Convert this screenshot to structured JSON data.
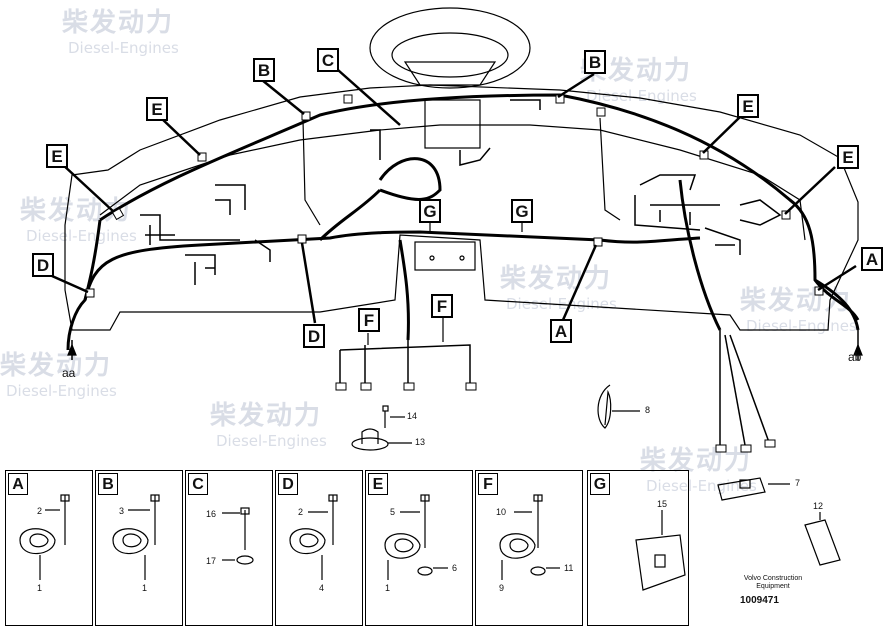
{
  "watermark": {
    "cn": "柴发动力",
    "en": "Diesel-Engines"
  },
  "callouts": {
    "A": "A",
    "B": "B",
    "C": "C",
    "D": "D",
    "E": "E",
    "F": "F",
    "G": "G"
  },
  "ends": {
    "left": "aa",
    "right": "ab"
  },
  "parts": {
    "p14": "14",
    "p13": "13",
    "p8": "8",
    "p7": "7",
    "p12": "12"
  },
  "panels": [
    {
      "label": "A",
      "top_num": "2",
      "bottom_num": "1",
      "side_num": "",
      "side2": ""
    },
    {
      "label": "B",
      "top_num": "3",
      "bottom_num": "1",
      "side_num": "",
      "side2": ""
    },
    {
      "label": "C",
      "top_num": "16",
      "bottom_num": "",
      "side_num": "17",
      "side2": ""
    },
    {
      "label": "D",
      "top_num": "2",
      "bottom_num": "4",
      "side_num": "",
      "side2": ""
    },
    {
      "label": "E",
      "top_num": "5",
      "bottom_num": "1",
      "side_num": "6",
      "side2": ""
    },
    {
      "label": "F",
      "top_num": "10",
      "bottom_num": "9",
      "side_num": "11",
      "side2": ""
    },
    {
      "label": "G",
      "top_num": "15",
      "bottom_num": "",
      "side_num": "",
      "side2": ""
    }
  ],
  "footer": {
    "brand_line1": "Volvo Construction",
    "brand_line2": "Equipment",
    "ref": "1009471"
  }
}
